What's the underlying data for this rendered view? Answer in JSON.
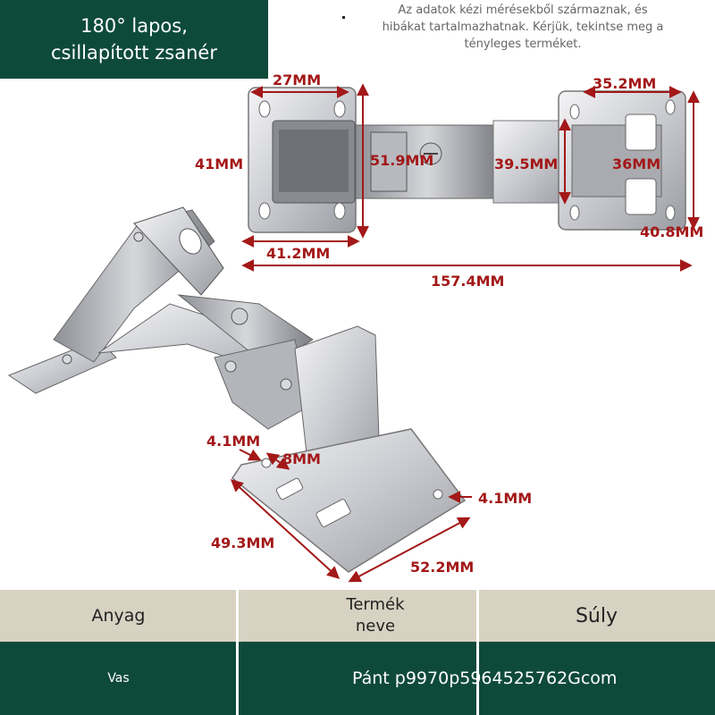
{
  "header": {
    "title_line1": "180° lapos,",
    "title_line2": "csillapított zsanér",
    "note_line1": "Az adatok kézi mérésekből származnak, és",
    "note_line2": "hibákat tartalmazhatnak. Kérjük, tekintse meg a",
    "note_line3": "tényleges terméket."
  },
  "dimensions": {
    "top_left_width": "27MM",
    "top_right_width": "35.2MM",
    "left_height": "41MM",
    "left_inner_height": "51.9MM",
    "right_inner_height": "39.5MM",
    "right_height": "36MM",
    "right_outer_height": "40.8MM",
    "left_bottom_width": "41.2MM",
    "total_length": "157.4MM",
    "hole_offset_left": "4.1MM",
    "hole_size": "8MM",
    "hole_offset_right": "4.1MM",
    "plate_length": "49.3MM",
    "plate_width": "52.2MM"
  },
  "table": {
    "headers": [
      "Anyag",
      "Termék neve",
      "Súly"
    ],
    "values": [
      "Vas",
      "",
      "Pánt p9970p5964525762Gcom"
    ]
  },
  "colors": {
    "dark_green": "#0e4a3a",
    "beige": "#d7d2c2",
    "dimension_red": "#a31818"
  }
}
